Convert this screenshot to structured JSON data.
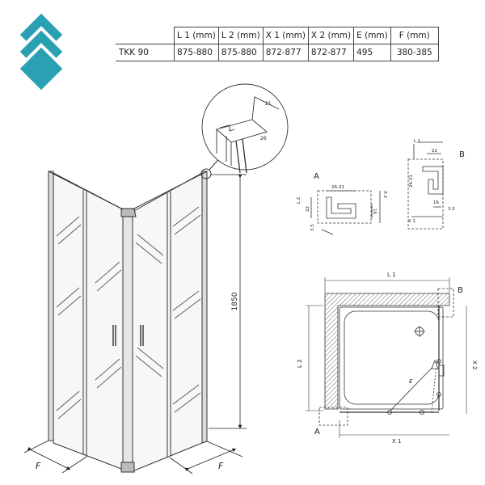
{
  "brand": {
    "logo_color": "#2aa1b3"
  },
  "spec_table": {
    "headers": [
      "L 1  (mm)",
      "L 2  (mm)",
      "X 1  (mm)",
      "X 2  (mm)",
      "E (mm)",
      "F (mm)"
    ],
    "rows": [
      {
        "model": "TKK 90",
        "values": [
          "875-880",
          "875-880",
          "872-877",
          "872-877",
          "495",
          "380-385"
        ]
      }
    ]
  },
  "drawing": {
    "height_label": "1850",
    "f_label": "F",
    "detail_dims": {
      "d21": "21",
      "d26": "26"
    },
    "profile_a": {
      "title": "A",
      "w": "26-31",
      "x2": "X 2",
      "l2": "L 2",
      "d22": "22",
      "d16": "16",
      "d35": "3.5"
    },
    "profile_b": {
      "title": "B",
      "l1": "L 1",
      "d22": "22",
      "w": "26-31",
      "d16": "16",
      "d35": "3.5",
      "x1": "X 1"
    },
    "plan": {
      "l1": "L 1",
      "l2": "L 2",
      "x1": "X 1",
      "x2": "X 2",
      "e": "E",
      "a": "A",
      "b": "B"
    }
  }
}
